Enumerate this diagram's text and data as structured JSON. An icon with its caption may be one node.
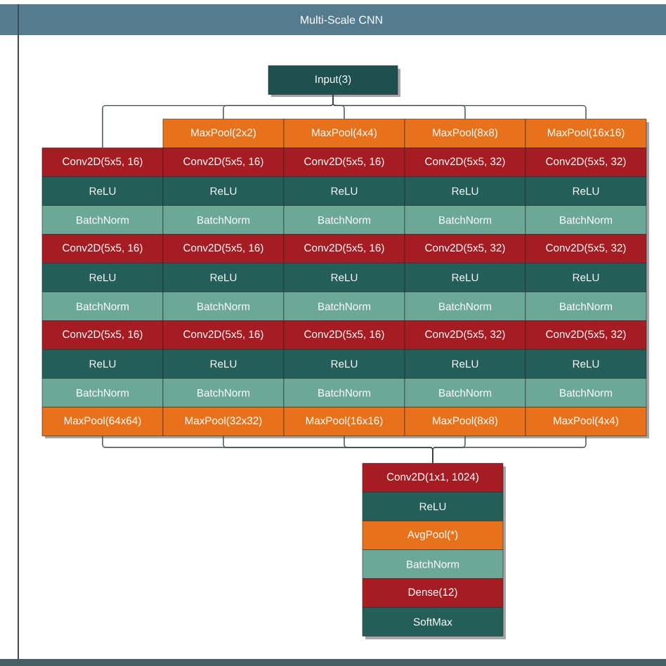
{
  "diagram": {
    "title": "Multi-Scale CNN",
    "nodes": [
      {
        "text": [
          "Input(3)"
        ]
      },
      {
        "text": [
          "MaxPool(2x2)"
        ]
      },
      {
        "text": [
          "MaxPool(4x4)"
        ]
      },
      {
        "text": [
          "MaxPool(8x8)"
        ]
      },
      {
        "text": [
          "MaxPool(16x16)"
        ]
      },
      {
        "text": [
          "Conv2D(5x5, 16)"
        ]
      },
      {
        "text": [
          "Conv2D(5x5, 16)"
        ]
      },
      {
        "text": [
          "Conv2D(5x5, 16)"
        ]
      },
      {
        "text": [
          "Conv2D(5x5, 32)"
        ]
      },
      {
        "text": [
          "Conv2D(5x5, 32)"
        ]
      },
      {
        "text": [
          "ReLU"
        ]
      },
      {
        "text": [
          "ReLU"
        ]
      },
      {
        "text": [
          "ReLU"
        ]
      },
      {
        "text": [
          "ReLU"
        ]
      },
      {
        "text": [
          "ReLU"
        ]
      },
      {
        "text": [
          "BatchNorm"
        ]
      },
      {
        "text": [
          "BatchNorm"
        ]
      },
      {
        "text": [
          "BatchNorm"
        ]
      },
      {
        "text": [
          "BatchNorm"
        ]
      },
      {
        "text": [
          "BatchNorm"
        ]
      },
      {
        "text": [
          "Conv2D(5x5, 16)"
        ]
      },
      {
        "text": [
          "Conv2D(5x5, 16)"
        ]
      },
      {
        "text": [
          "Conv2D(5x5, 16)"
        ]
      },
      {
        "text": [
          "Conv2D(5x5, 32)"
        ]
      },
      {
        "text": [
          "Conv2D(5x5, 32)"
        ]
      },
      {
        "text": [
          "ReLU"
        ]
      },
      {
        "text": [
          "ReLU"
        ]
      },
      {
        "text": [
          "ReLU"
        ]
      },
      {
        "text": [
          "ReLU"
        ]
      },
      {
        "text": [
          "ReLU"
        ]
      },
      {
        "text": [
          "BatchNorm"
        ]
      },
      {
        "text": [
          "BatchNorm"
        ]
      },
      {
        "text": [
          "BatchNorm"
        ]
      },
      {
        "text": [
          "BatchNorm"
        ]
      },
      {
        "text": [
          "BatchNorm"
        ]
      },
      {
        "text": [
          "Conv2D(5x5, 16)"
        ]
      },
      {
        "text": [
          "Conv2D(5x5, 16)"
        ]
      },
      {
        "text": [
          "Conv2D(5x5, 16)"
        ]
      },
      {
        "text": [
          "Conv2D(5x5, 32)"
        ]
      },
      {
        "text": [
          "Conv2D(5x5, 32)"
        ]
      },
      {
        "text": [
          "ReLU"
        ]
      },
      {
        "text": [
          "ReLU"
        ]
      },
      {
        "text": [
          "ReLU"
        ]
      },
      {
        "text": [
          "ReLU"
        ]
      },
      {
        "text": [
          "ReLU"
        ]
      },
      {
        "text": [
          "BatchNorm"
        ]
      },
      {
        "text": [
          "BatchNorm"
        ]
      },
      {
        "text": [
          "BatchNorm"
        ]
      },
      {
        "text": [
          "BatchNorm"
        ]
      },
      {
        "text": [
          "BatchNorm"
        ]
      },
      {
        "text": [
          "MaxPool(64x64)"
        ]
      },
      {
        "text": [
          "MaxPool(32x32)"
        ]
      },
      {
        "text": [
          "MaxPool(16x16)"
        ]
      },
      {
        "text": [
          "MaxPool(8x8)"
        ]
      },
      {
        "text": [
          "MaxPool(4x4)"
        ]
      },
      {
        "text": [
          "Conv2D(1x1, 1024)"
        ]
      },
      {
        "text": [
          "ReLU"
        ]
      },
      {
        "text": [
          "AvgPool(*)"
        ]
      },
      {
        "text": [
          "BatchNorm"
        ]
      },
      {
        "text": [
          "Dense(12)"
        ]
      },
      {
        "text": [
          "SoftMax"
        ]
      }
    ],
    "edges": [
      {
        "from": 0,
        "to": 5,
        "arrow": "none"
      },
      {
        "from": 0,
        "to": 1,
        "arrow": "none"
      },
      {
        "from": 0,
        "to": 2,
        "arrow": "none"
      },
      {
        "from": 0,
        "to": 3,
        "arrow": "none"
      },
      {
        "from": 0,
        "to": 4,
        "arrow": "none"
      },
      {
        "from": 50,
        "to": 55,
        "arrow": "none"
      },
      {
        "from": 51,
        "to": 55,
        "arrow": "none"
      },
      {
        "from": 52,
        "to": 55,
        "arrow": "none"
      },
      {
        "from": 53,
        "to": 55,
        "arrow": "none"
      },
      {
        "from": 54,
        "to": 55,
        "arrow": "none"
      }
    ]
  }
}
